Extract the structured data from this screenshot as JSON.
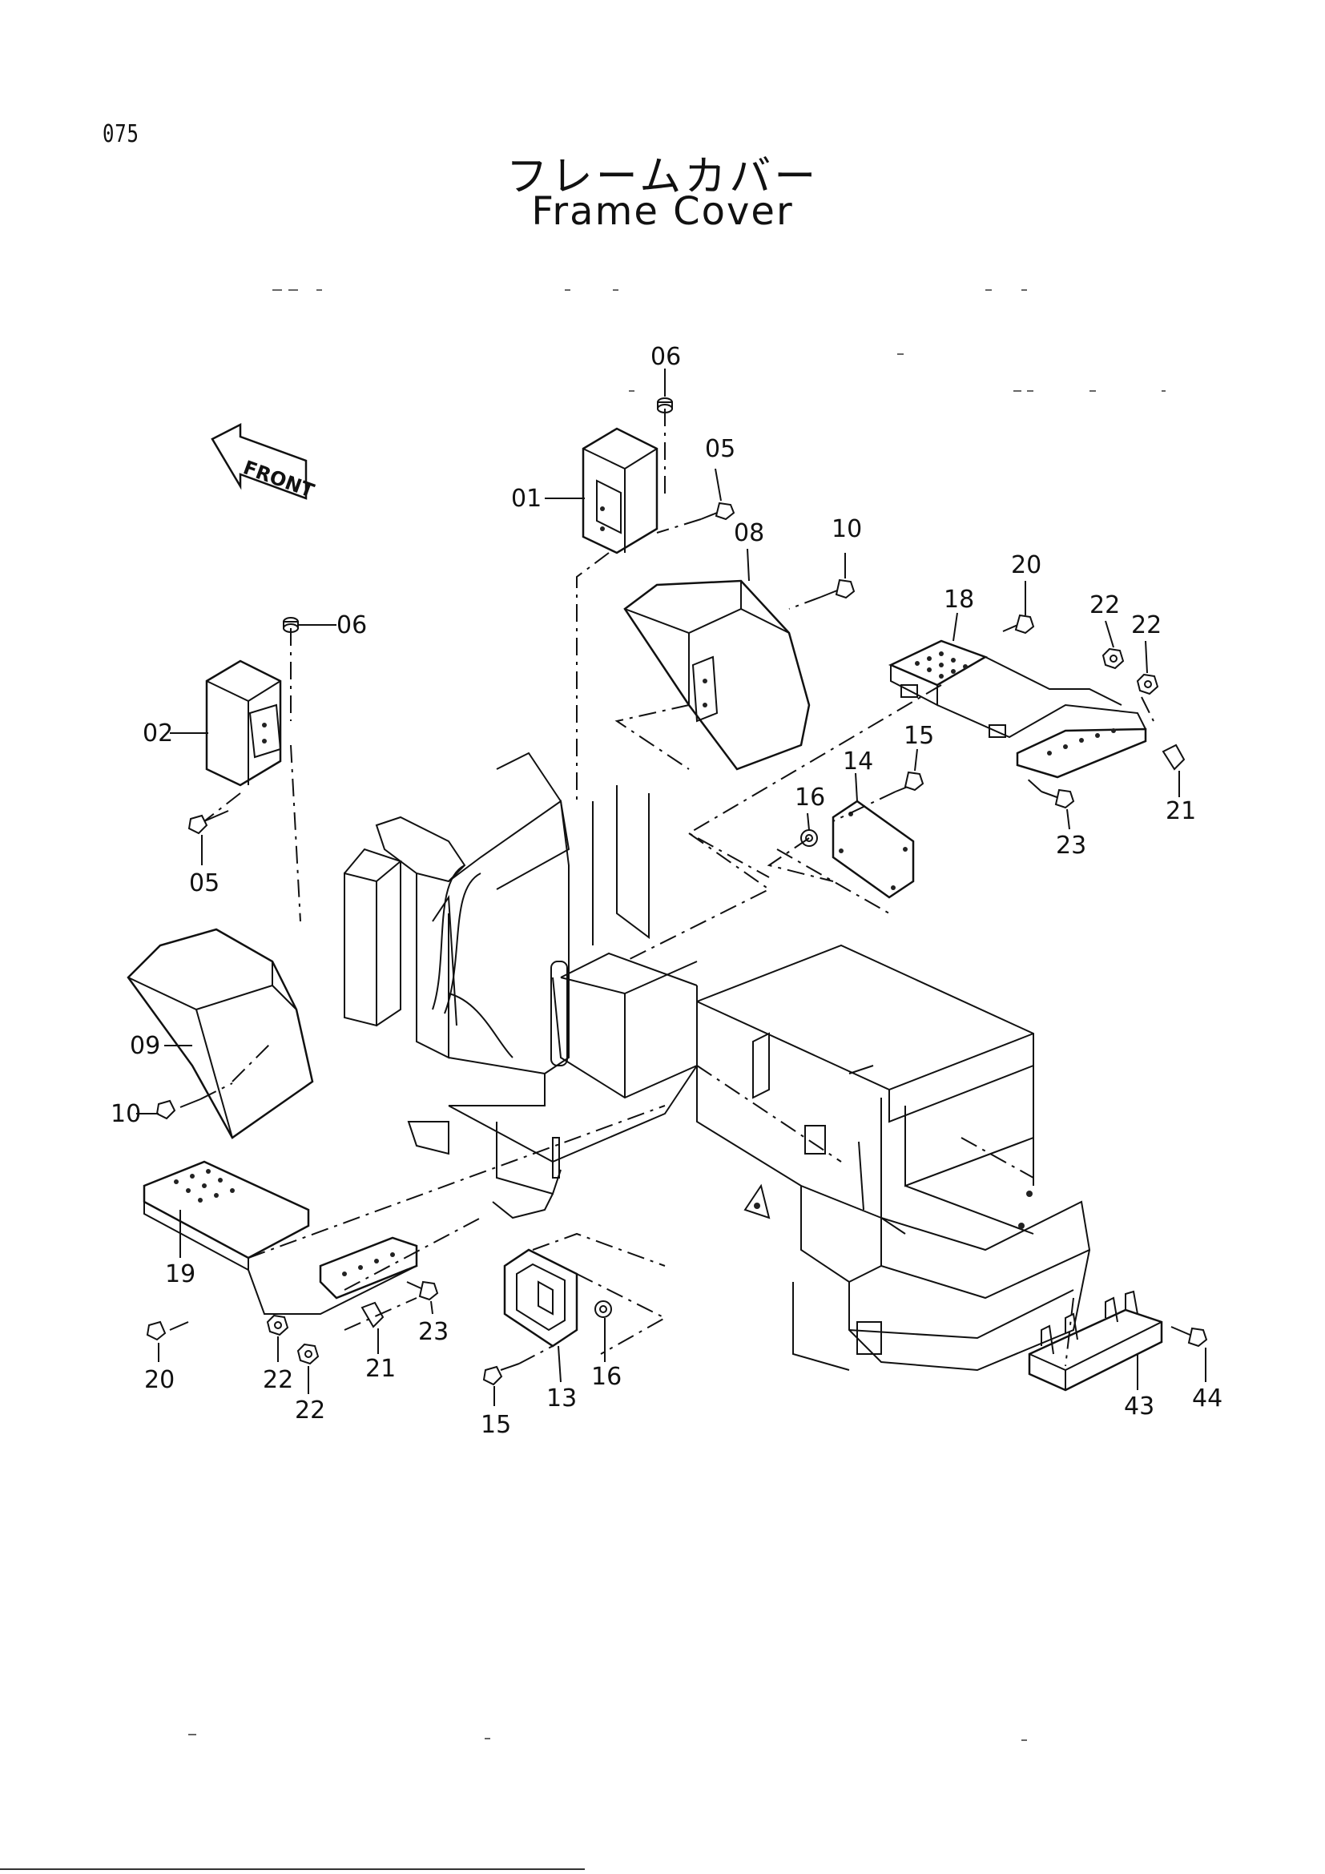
{
  "page_number": "075",
  "title_jp": "フレームカバー",
  "title_en": "Frame Cover",
  "front_label": "FRONT",
  "callouts": [
    {
      "id": "c-06a",
      "text": "06"
    },
    {
      "id": "c-05a",
      "text": "05"
    },
    {
      "id": "c-01",
      "text": "01"
    },
    {
      "id": "c-08",
      "text": "08"
    },
    {
      "id": "c-10a",
      "text": "10"
    },
    {
      "id": "c-20a",
      "text": "20"
    },
    {
      "id": "c-22a",
      "text": "22"
    },
    {
      "id": "c-22b",
      "text": "22"
    },
    {
      "id": "c-18",
      "text": "18"
    },
    {
      "id": "c-06b",
      "text": "06"
    },
    {
      "id": "c-02",
      "text": "02"
    },
    {
      "id": "c-05b",
      "text": "05"
    },
    {
      "id": "c-15a",
      "text": "15"
    },
    {
      "id": "c-14",
      "text": "14"
    },
    {
      "id": "c-16a",
      "text": "16"
    },
    {
      "id": "c-21a",
      "text": "21"
    },
    {
      "id": "c-23a",
      "text": "23"
    },
    {
      "id": "c-09",
      "text": "09"
    },
    {
      "id": "c-10b",
      "text": "10"
    },
    {
      "id": "c-19",
      "text": "19"
    },
    {
      "id": "c-23b",
      "text": "23"
    },
    {
      "id": "c-20b",
      "text": "20"
    },
    {
      "id": "c-22c",
      "text": "22"
    },
    {
      "id": "c-21b",
      "text": "21"
    },
    {
      "id": "c-22d",
      "text": "22"
    },
    {
      "id": "c-13",
      "text": "13"
    },
    {
      "id": "c-16b",
      "text": "16"
    },
    {
      "id": "c-15b",
      "text": "15"
    },
    {
      "id": "c-43",
      "text": "43"
    },
    {
      "id": "c-44",
      "text": "44"
    }
  ]
}
